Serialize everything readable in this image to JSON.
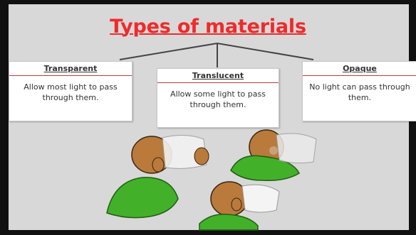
{
  "title": "Types of materials",
  "categories": [
    {
      "name": "Transparent",
      "description": "Allow most light to pass through them."
    },
    {
      "name": "Translucent",
      "description": "Allow some light to pass through them."
    },
    {
      "name": "Opaque",
      "description": "No light can pass through them."
    }
  ],
  "colors": {
    "title": "#ee2b2b",
    "background": "#d8d8d8",
    "shirt": "#43b02a",
    "skin": "#b97a3b"
  }
}
